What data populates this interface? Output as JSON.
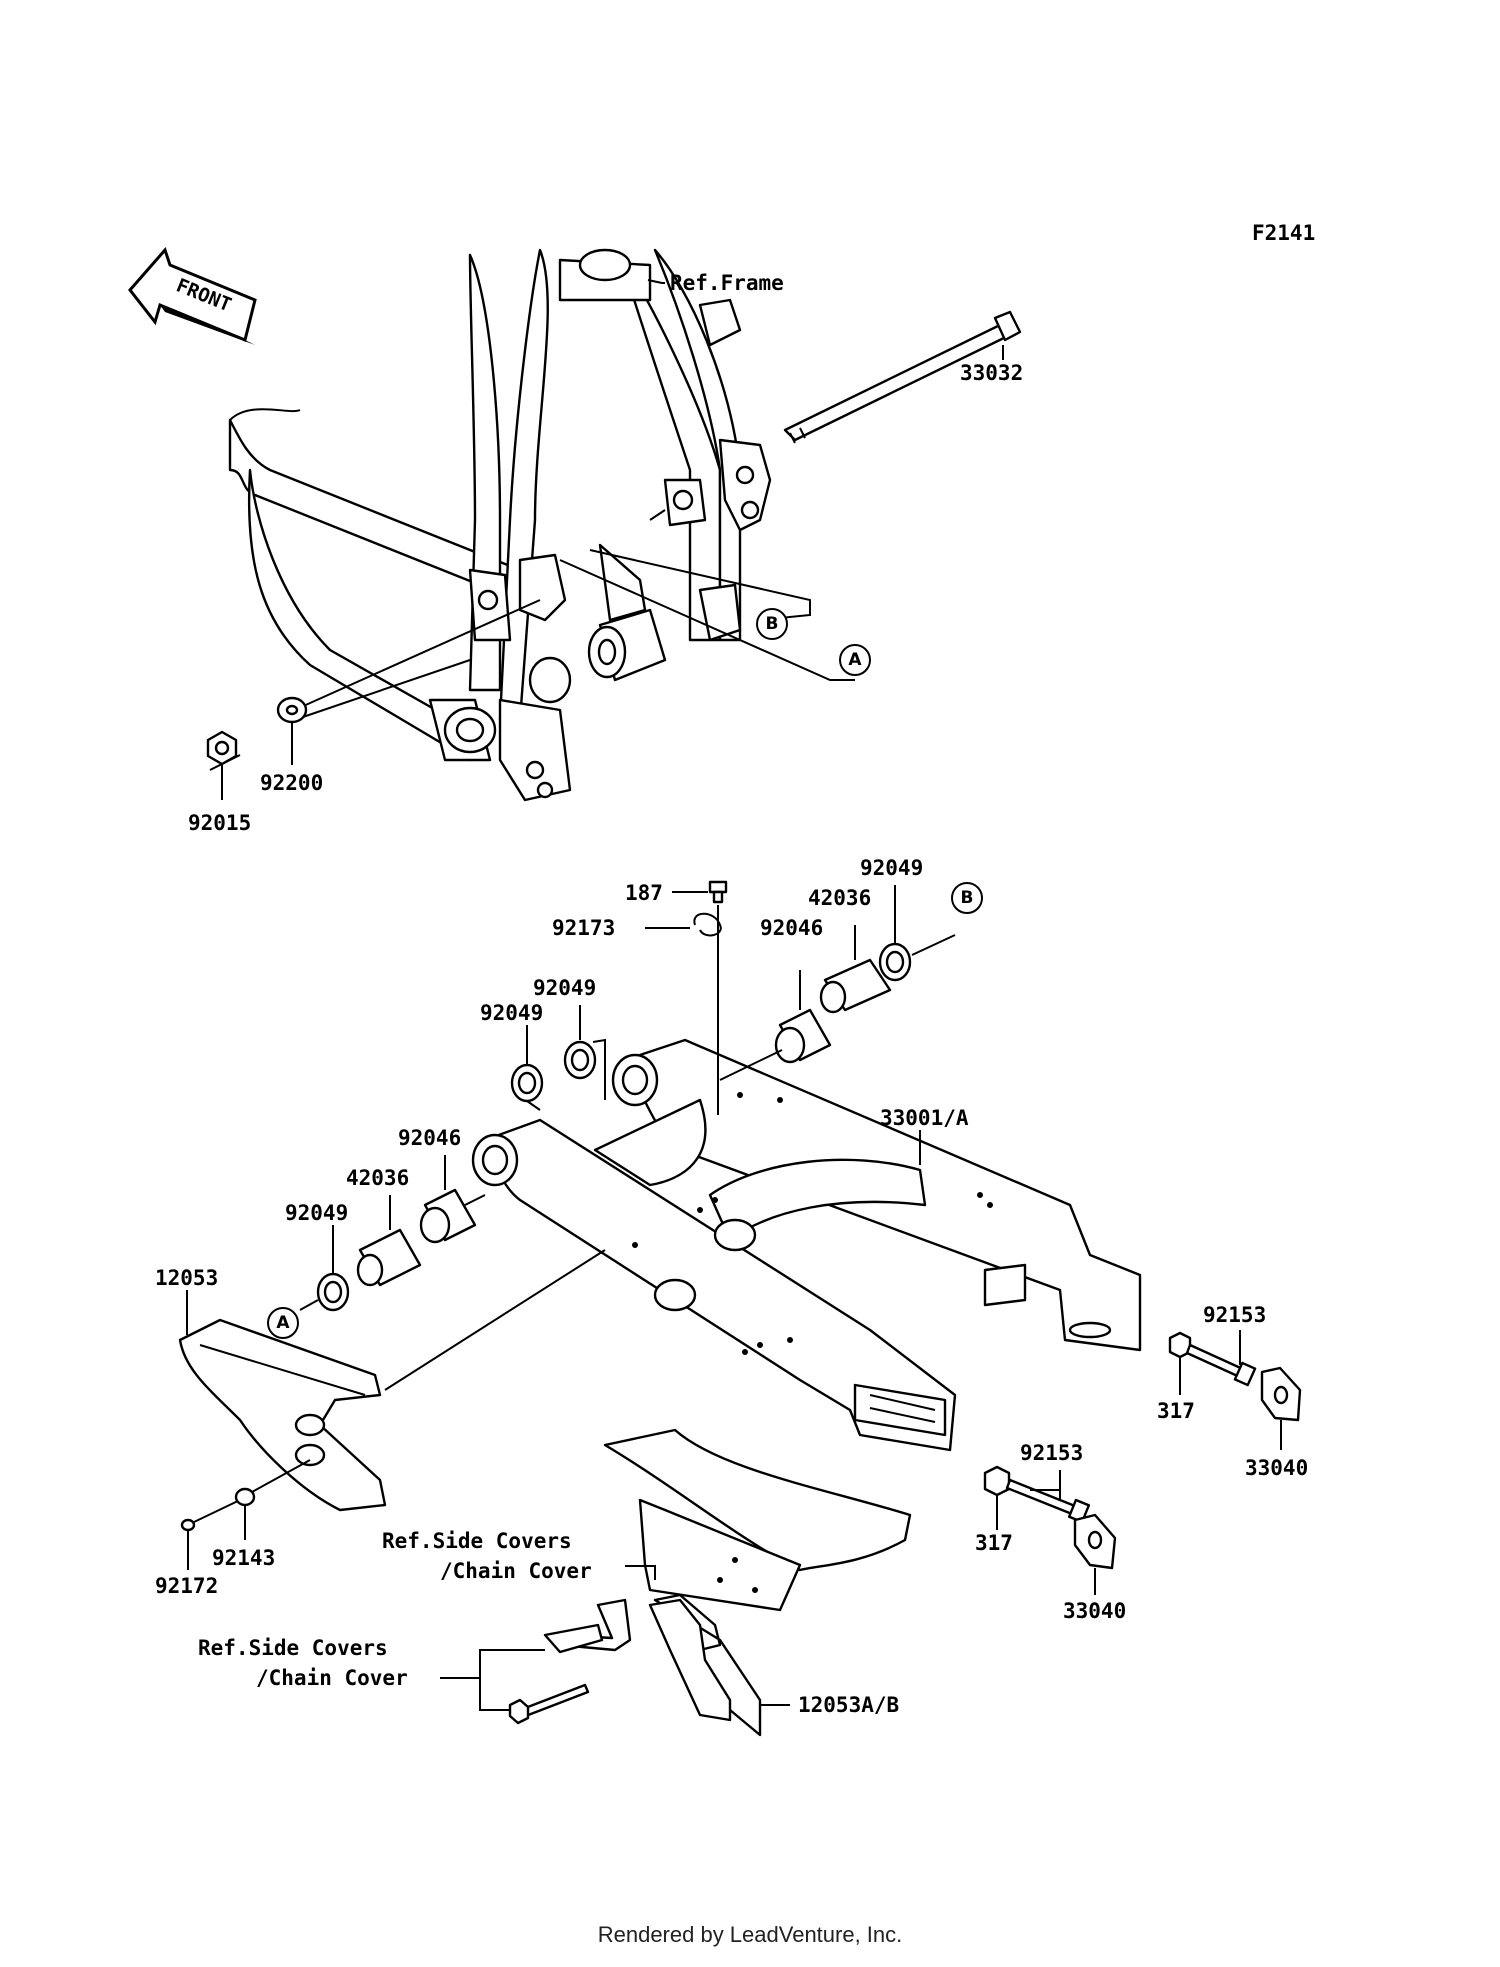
{
  "figure_code": "F2141",
  "front_label": "FRONT",
  "reference_labels": {
    "frame": "Ref.Frame",
    "side_covers_1_line1": "Ref.Side Covers",
    "side_covers_1_line2": "/Chain Cover",
    "side_covers_2_line1": "Ref.Side Covers",
    "side_covers_2_line2": "/Chain Cover"
  },
  "callouts": {
    "a_top": "A",
    "b_top": "B",
    "b_mid": "B",
    "a_mid": "A"
  },
  "part_numbers": {
    "p33032": "33032",
    "p92015": "92015",
    "p92200": "92200",
    "p187": "187",
    "p92173": "92173",
    "p92049_top": "92049",
    "p42036_top": "42036",
    "p92046_top": "92046",
    "p92049_mid_right": "92049",
    "p92049_mid_left": "92049",
    "p33001": "33001/A",
    "p92046_low": "92046",
    "p42036_low": "42036",
    "p92049_low": "92049",
    "p12053": "12053",
    "p92153_right": "92153",
    "p317_right": "317",
    "p33040_right": "33040",
    "p92153_mid": "92153",
    "p317_mid": "317",
    "p33040_mid": "33040",
    "p92143": "92143",
    "p92172": "92172",
    "p12053ab": "12053A/B"
  },
  "footer": "Rendered by LeadVenture, Inc."
}
